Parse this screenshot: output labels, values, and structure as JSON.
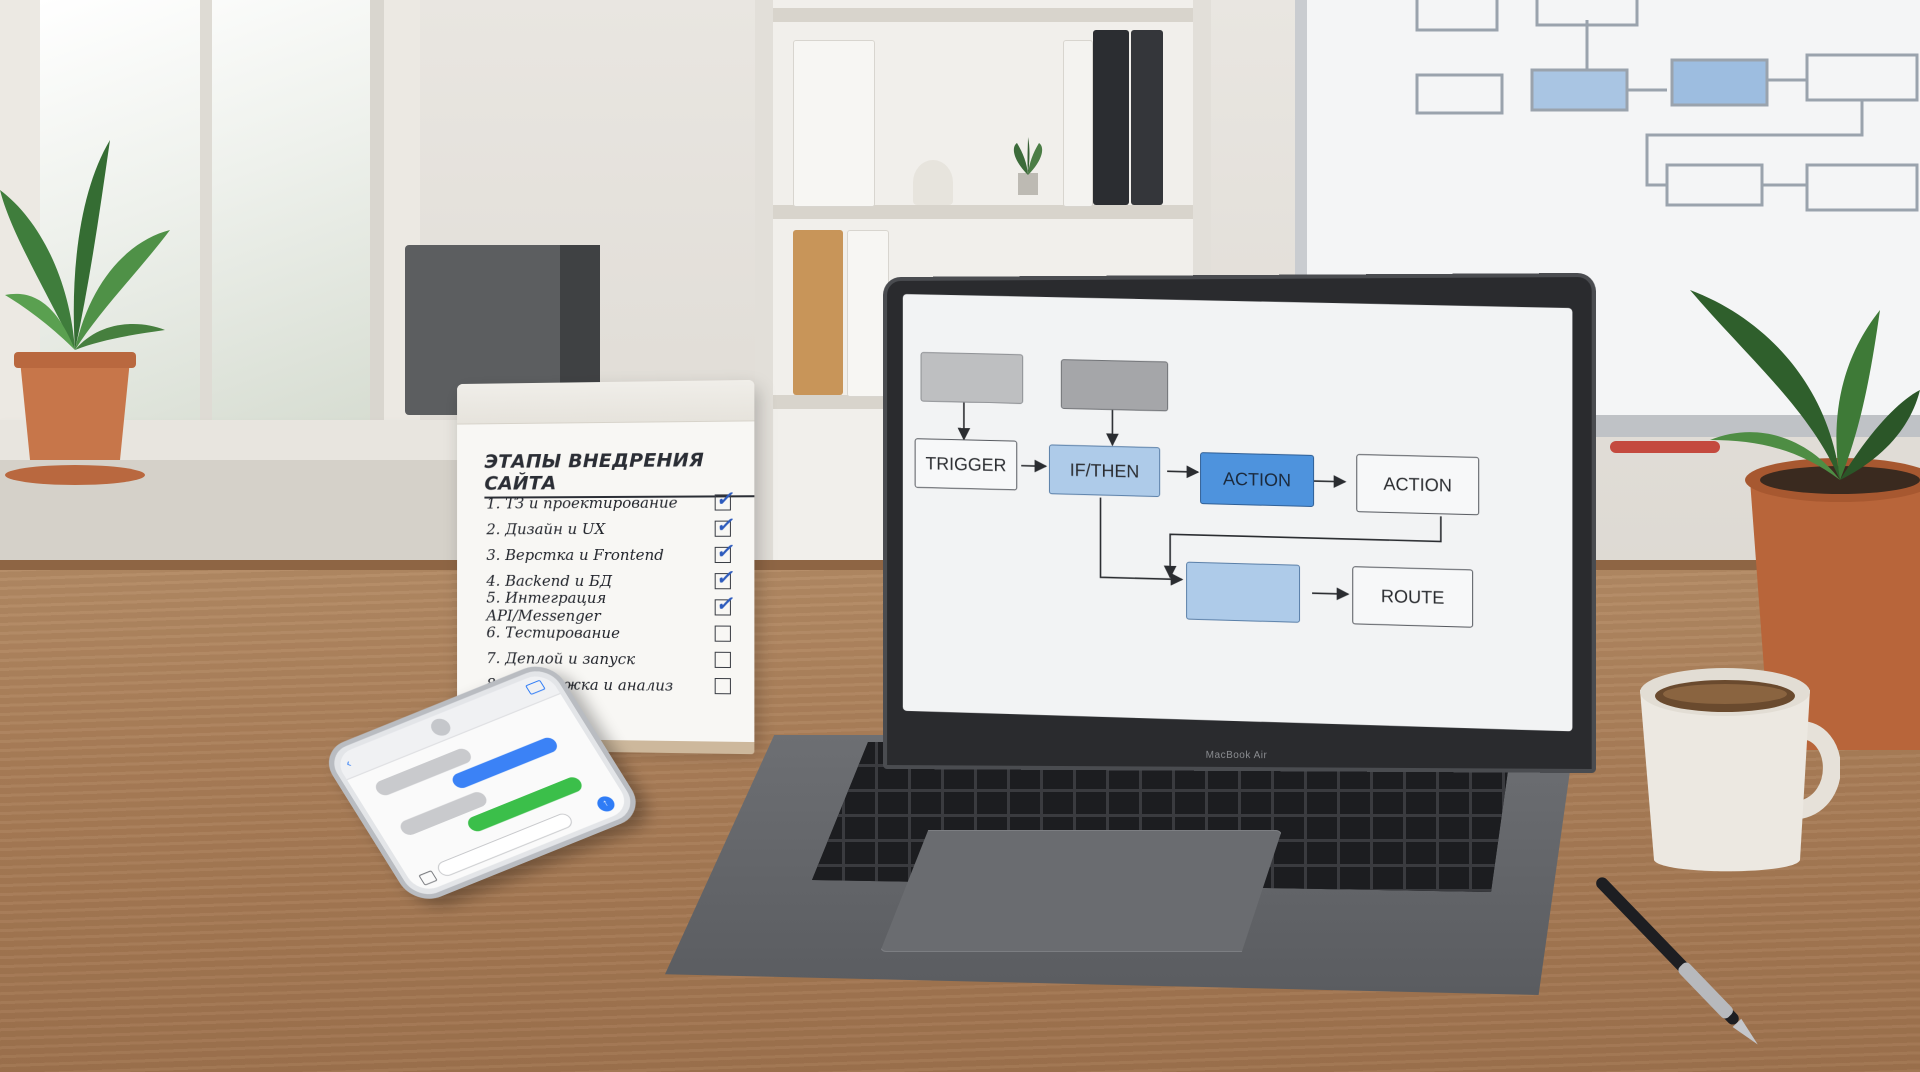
{
  "notepad": {
    "title": "ЭТАПЫ ВНЕДРЕНИЯ САЙТА",
    "items": [
      {
        "label": "1. ТЗ и проектирование",
        "checked": true
      },
      {
        "label": "2. Дизайн и UX",
        "checked": true
      },
      {
        "label": "3. Верстка и Frontend",
        "checked": true
      },
      {
        "label": "4. Backend и БД",
        "checked": true
      },
      {
        "label": "5. Интеграция API/Messenger",
        "checked": true
      },
      {
        "label": "6. Тестирование",
        "checked": false
      },
      {
        "label": "7. Деплой и запуск",
        "checked": false
      },
      {
        "label": "8. Поддержка и анализ",
        "checked": false
      }
    ]
  },
  "laptop": {
    "brand": "MacBook Air",
    "flowchart": {
      "trigger": "TRIGGER",
      "ifthen": "IF/THEN",
      "action_primary": "ACTION",
      "action_secondary": "ACTION",
      "route": "ROUTE"
    }
  },
  "colors": {
    "flow_blue": "#4e93dd",
    "flow_light_blue": "#aecbe9",
    "checkmark": "#2d5bbd",
    "desk": "#a97d57"
  },
  "icons": [
    "checkmark-icon",
    "send-icon",
    "back-icon",
    "video-icon",
    "camera-icon"
  ]
}
